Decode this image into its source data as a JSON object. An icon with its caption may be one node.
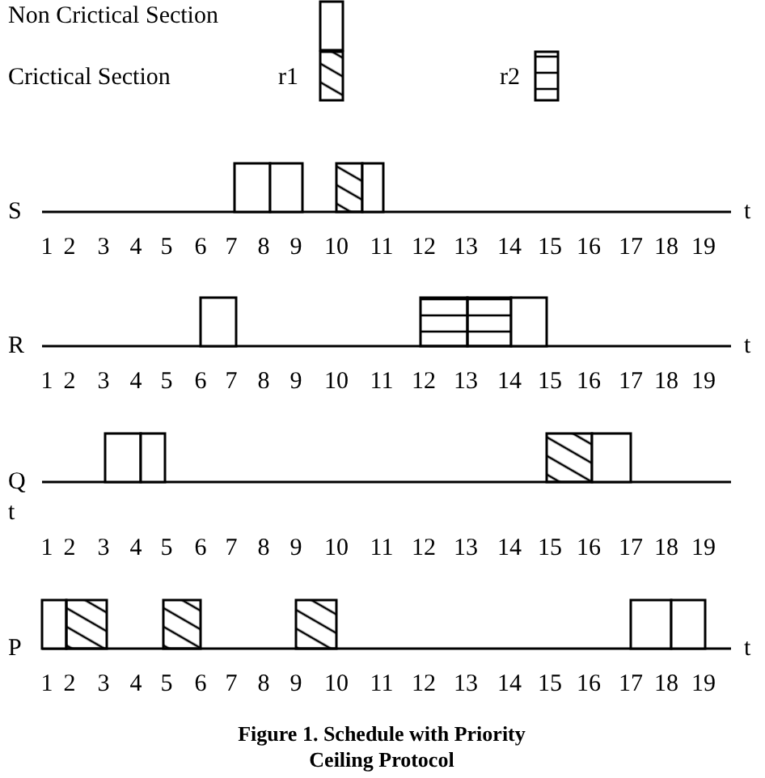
{
  "diagram": {
    "caption": "Figure 1. Schedule with Priority Ceiling Protocol",
    "labels": [
      "r1",
      "r2",
      "S",
      "t",
      "1",
      "2",
      "3",
      "4",
      "5",
      "6",
      "7",
      "8",
      "9",
      "10",
      "11",
      "12",
      "13",
      "14",
      "15",
      "16",
      "17",
      "18",
      "19",
      "R",
      "t",
      "1",
      "2",
      "3",
      "4",
      "5",
      "6",
      "7",
      "8",
      "9",
      "10",
      "11",
      "12",
      "13",
      "14",
      "15",
      "16",
      "17",
      "18",
      "19",
      "Q",
      "t",
      "1",
      "2",
      "3",
      "4",
      "5",
      "6",
      "7",
      "8",
      "9",
      "10",
      "11",
      "12",
      "13",
      "14",
      "15",
      "16",
      "17",
      "18",
      "19",
      "P",
      "t",
      "1",
      "2",
      "3",
      "4",
      "5",
      "6",
      "7",
      "8",
      "9",
      "10",
      "11",
      "12",
      "13",
      "14",
      "15",
      "16",
      "17",
      "18",
      "19"
    ],
    "legend": [
      {
        "text": "Non Crictical Section"
      },
      {
        "text": "Crictical Section"
      }
    ]
  }
}
